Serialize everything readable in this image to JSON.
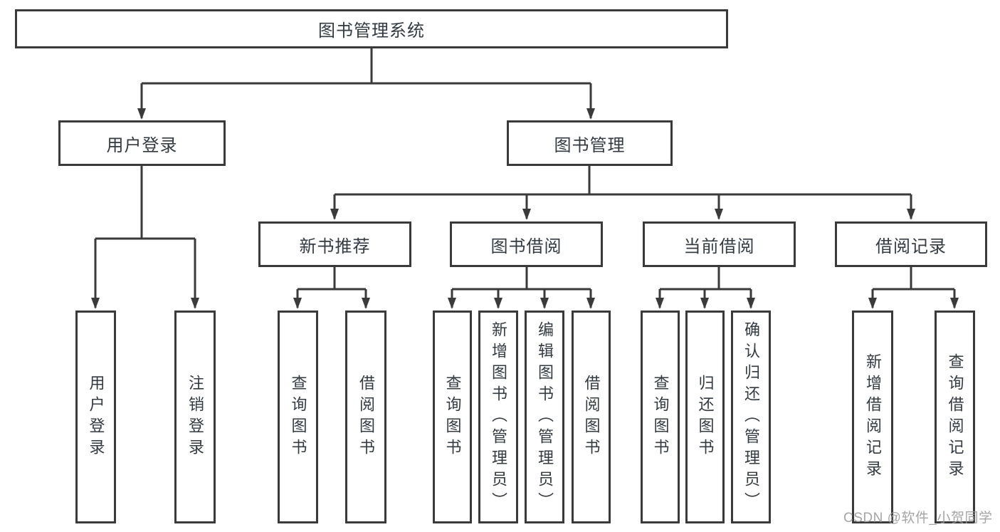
{
  "watermark": "CSDN @软件_小贺同学",
  "colors": {
    "line": "#3a3a3a",
    "text": "#333a42",
    "watermark_gray": "#9b9b9b"
  },
  "tree": {
    "root": "图书管理系统",
    "branches": [
      {
        "label": "用户登录",
        "children": [
          "用户登录",
          "注销登录"
        ]
      },
      {
        "label": "图书管理",
        "groups": [
          {
            "label": "新书推荐",
            "children": [
              "查询图书",
              "借阅图书"
            ]
          },
          {
            "label": "图书借阅",
            "children": [
              "查询图书",
              "新增图书（管理员）",
              "编辑图书（管理员）",
              "借阅图书"
            ]
          },
          {
            "label": "当前借阅",
            "children": [
              "查询图书",
              "归还图书",
              "确认归还（管理员）"
            ]
          },
          {
            "label": "借阅记录",
            "children": [
              "新增借阅记录",
              "查询借阅记录"
            ]
          }
        ]
      }
    ]
  }
}
